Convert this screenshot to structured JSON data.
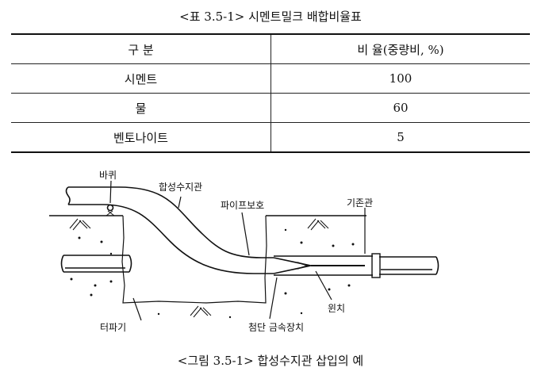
{
  "table": {
    "caption": "<표 3.5-1>  시멘트밀크 배합비율표",
    "headers": [
      "구 분",
      "비 율(중량비, %)"
    ],
    "rows": [
      {
        "item": "시멘트",
        "ratio": "100"
      },
      {
        "item": "물",
        "ratio": "60"
      },
      {
        "item": "벤토나이트",
        "ratio": "5"
      }
    ]
  },
  "figure": {
    "caption": "<그림 3.5-1>  합성수지관 삽입의 예",
    "labels": {
      "wheel": "바퀴",
      "synthetic_pipe": "합성수지관",
      "pipe_protection": "파이프보호",
      "existing_pipe": "기존관",
      "excavation": "터파기",
      "metal_tip": "첨단 금속장치",
      "winch": "윈치"
    }
  }
}
